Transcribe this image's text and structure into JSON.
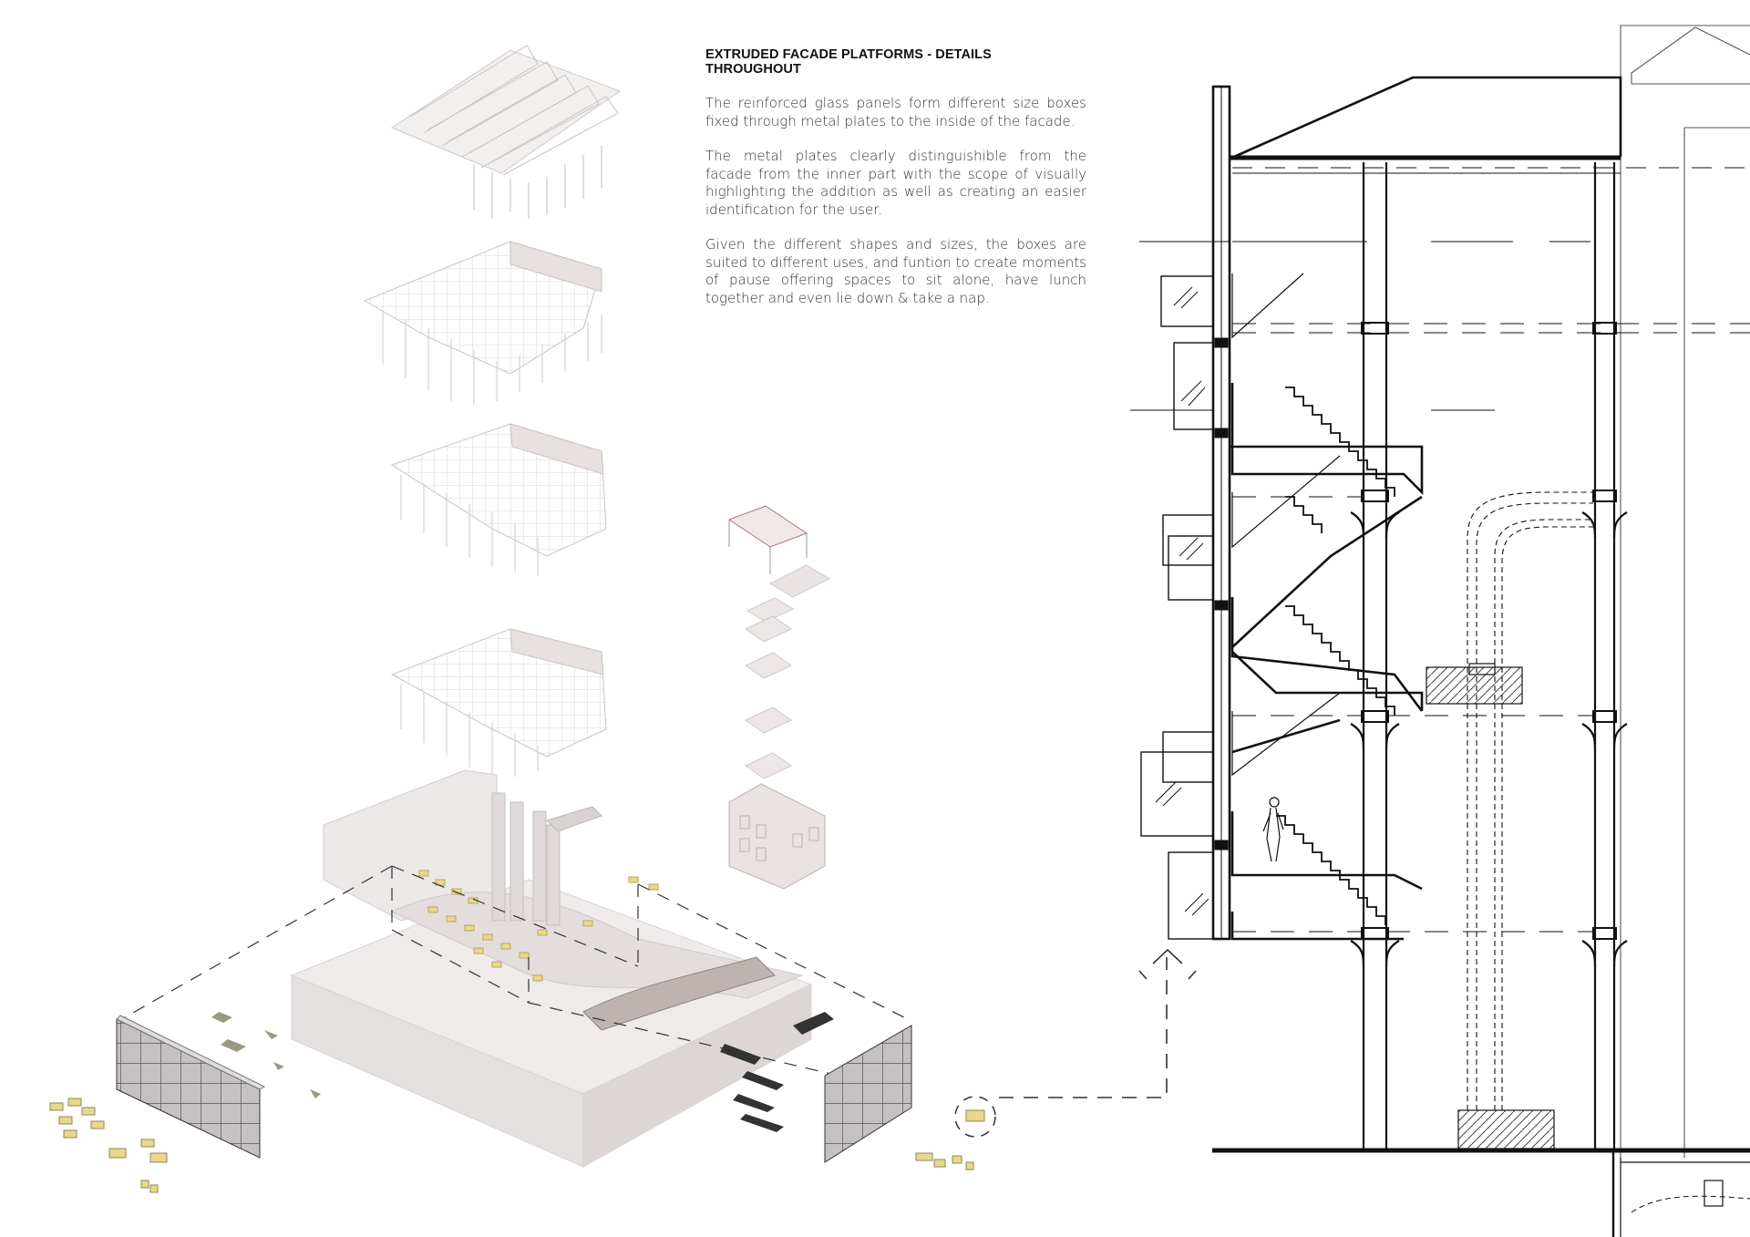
{
  "text_panel": {
    "heading": "EXTRUDED FACADE PLATFORMS - DETAILS THROUGHOUT",
    "paragraphs": [
      "The reinforced glass panels form different size boxes fixed through metal plates to the inside of the facade.",
      "The metal plates clearly distinguishible from the facade from the inner part with the scope of visually highlighting the addition as well as creating an easier identification for the user.",
      "Given the different shapes and sizes, the boxes are suited to different uses, and funtion to create moments of pause offering spaces to sit alone, have lunch together and even lie down & take a nap."
    ]
  },
  "colors": {
    "ink": "#111111",
    "model_fill": "#ece9e8",
    "model_line": "#c9c3c1",
    "accent_yellow": "#e8d98a",
    "dashed_line": "#333333"
  }
}
